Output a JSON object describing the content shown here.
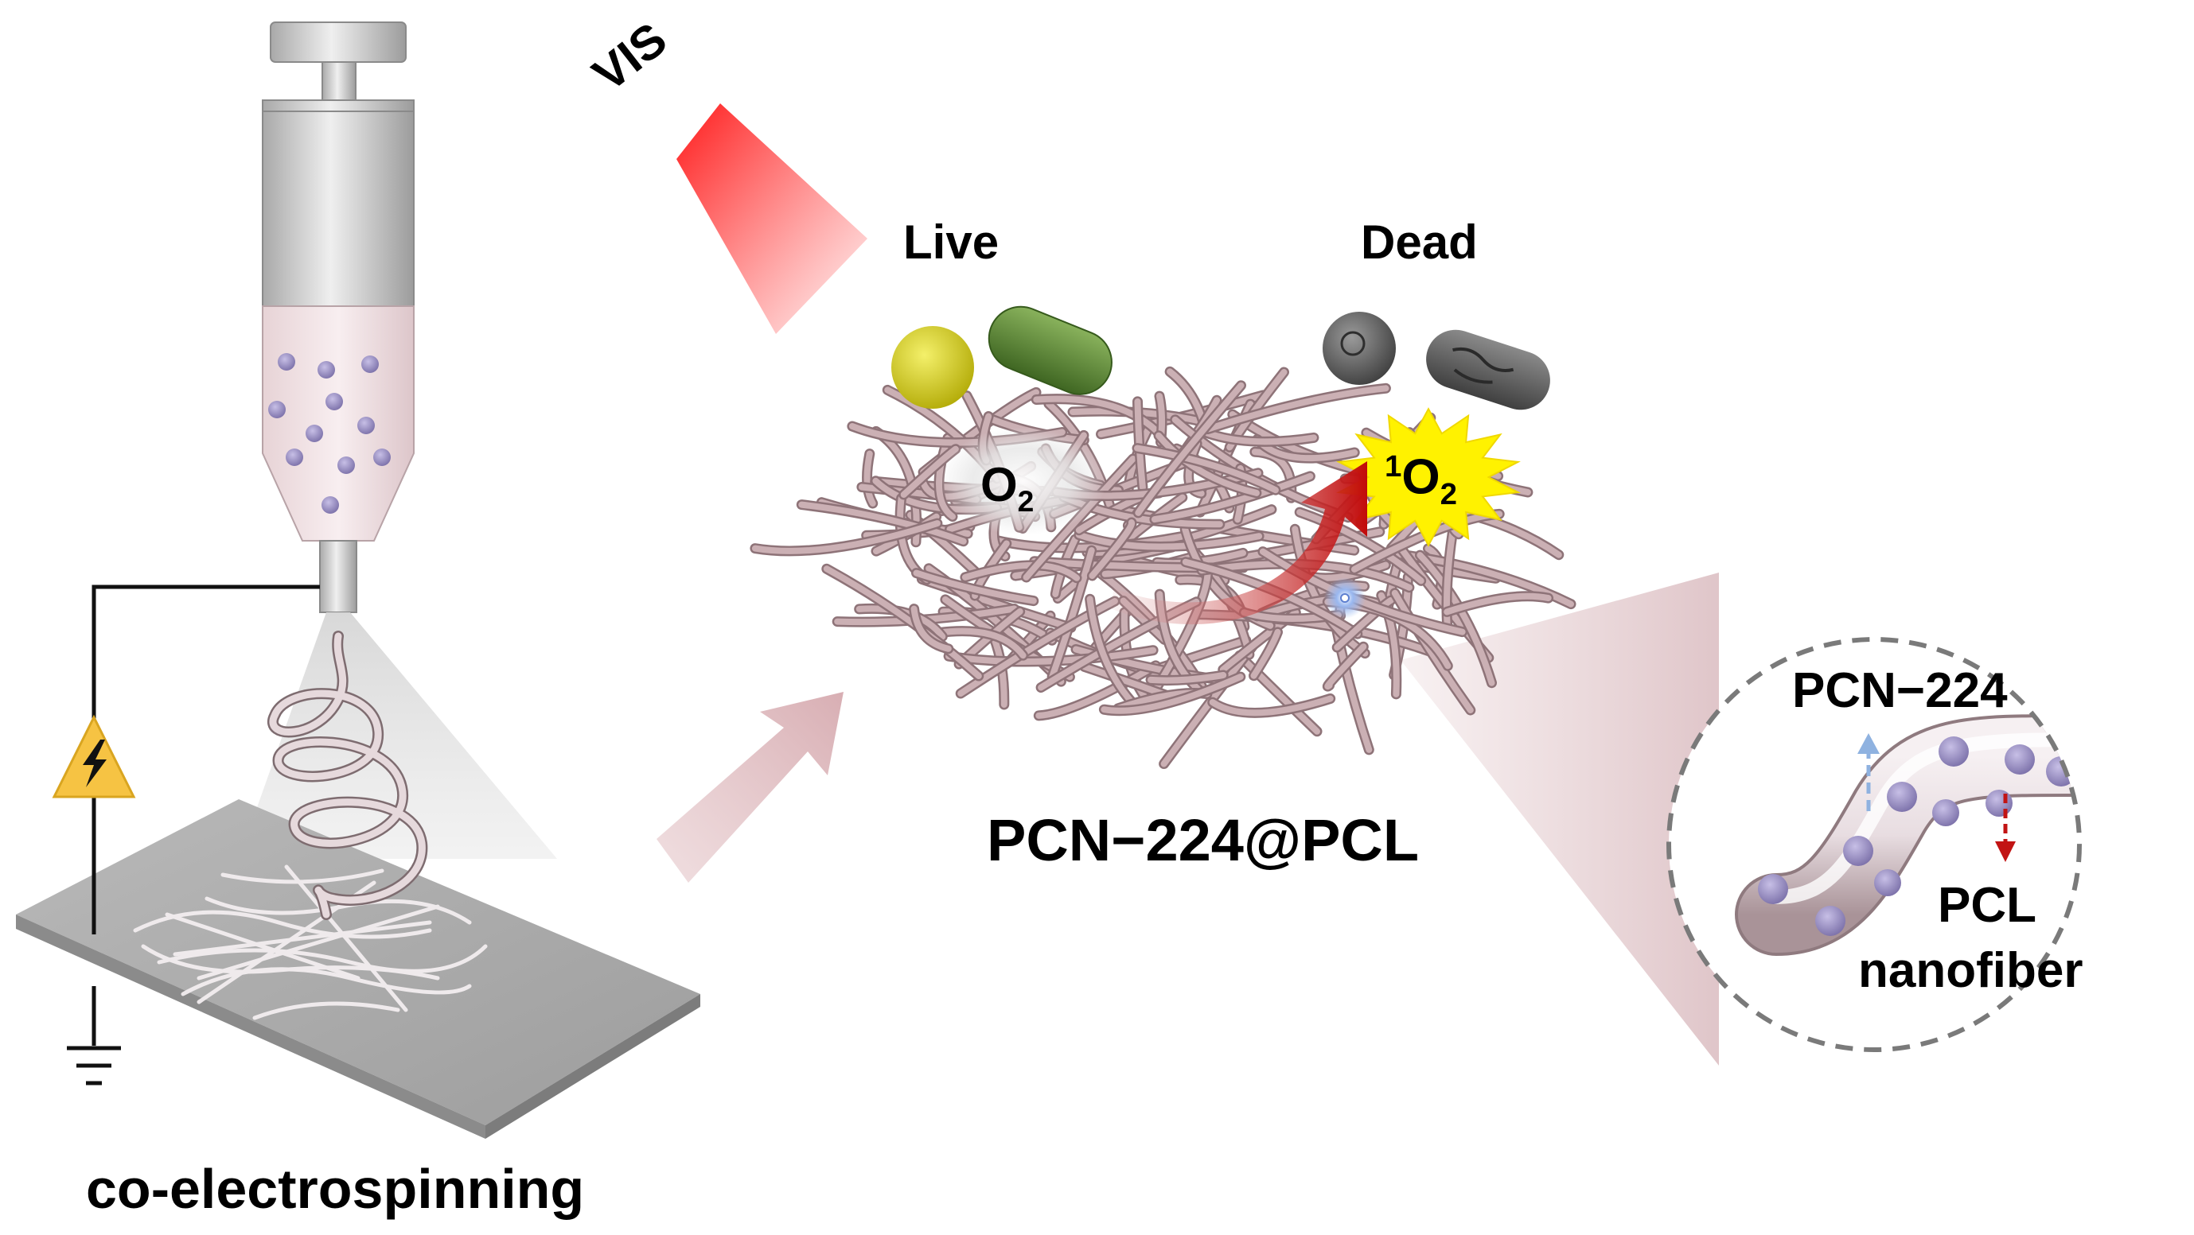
{
  "labels": {
    "vis": "VIS",
    "live": "Live",
    "dead": "Dead",
    "oxygen": "O",
    "oxygen_sub": "2",
    "singlet_sup": "1",
    "singlet": "O",
    "singlet_sub": "2",
    "composite": "PCN−224@PCL",
    "method": "co-electrospinning",
    "pcn": "PCN−224",
    "pcl": "PCL",
    "nanofiber": "nanofiber"
  },
  "colors": {
    "light": "#ff2a2a",
    "fiber": "#cbb0b4",
    "particle": "#9a8fc0",
    "live_coccus": "#d7d21e",
    "live_bacillus": "#5d8a3c",
    "dead_bacteria": "#5d5d5d",
    "singlet_burst": "#fff200",
    "warning": "#f6c343",
    "transfer_arrow": "#c21414",
    "pcn_arrow": "#8fb2e0",
    "pcl_arrow": "#c21414"
  }
}
